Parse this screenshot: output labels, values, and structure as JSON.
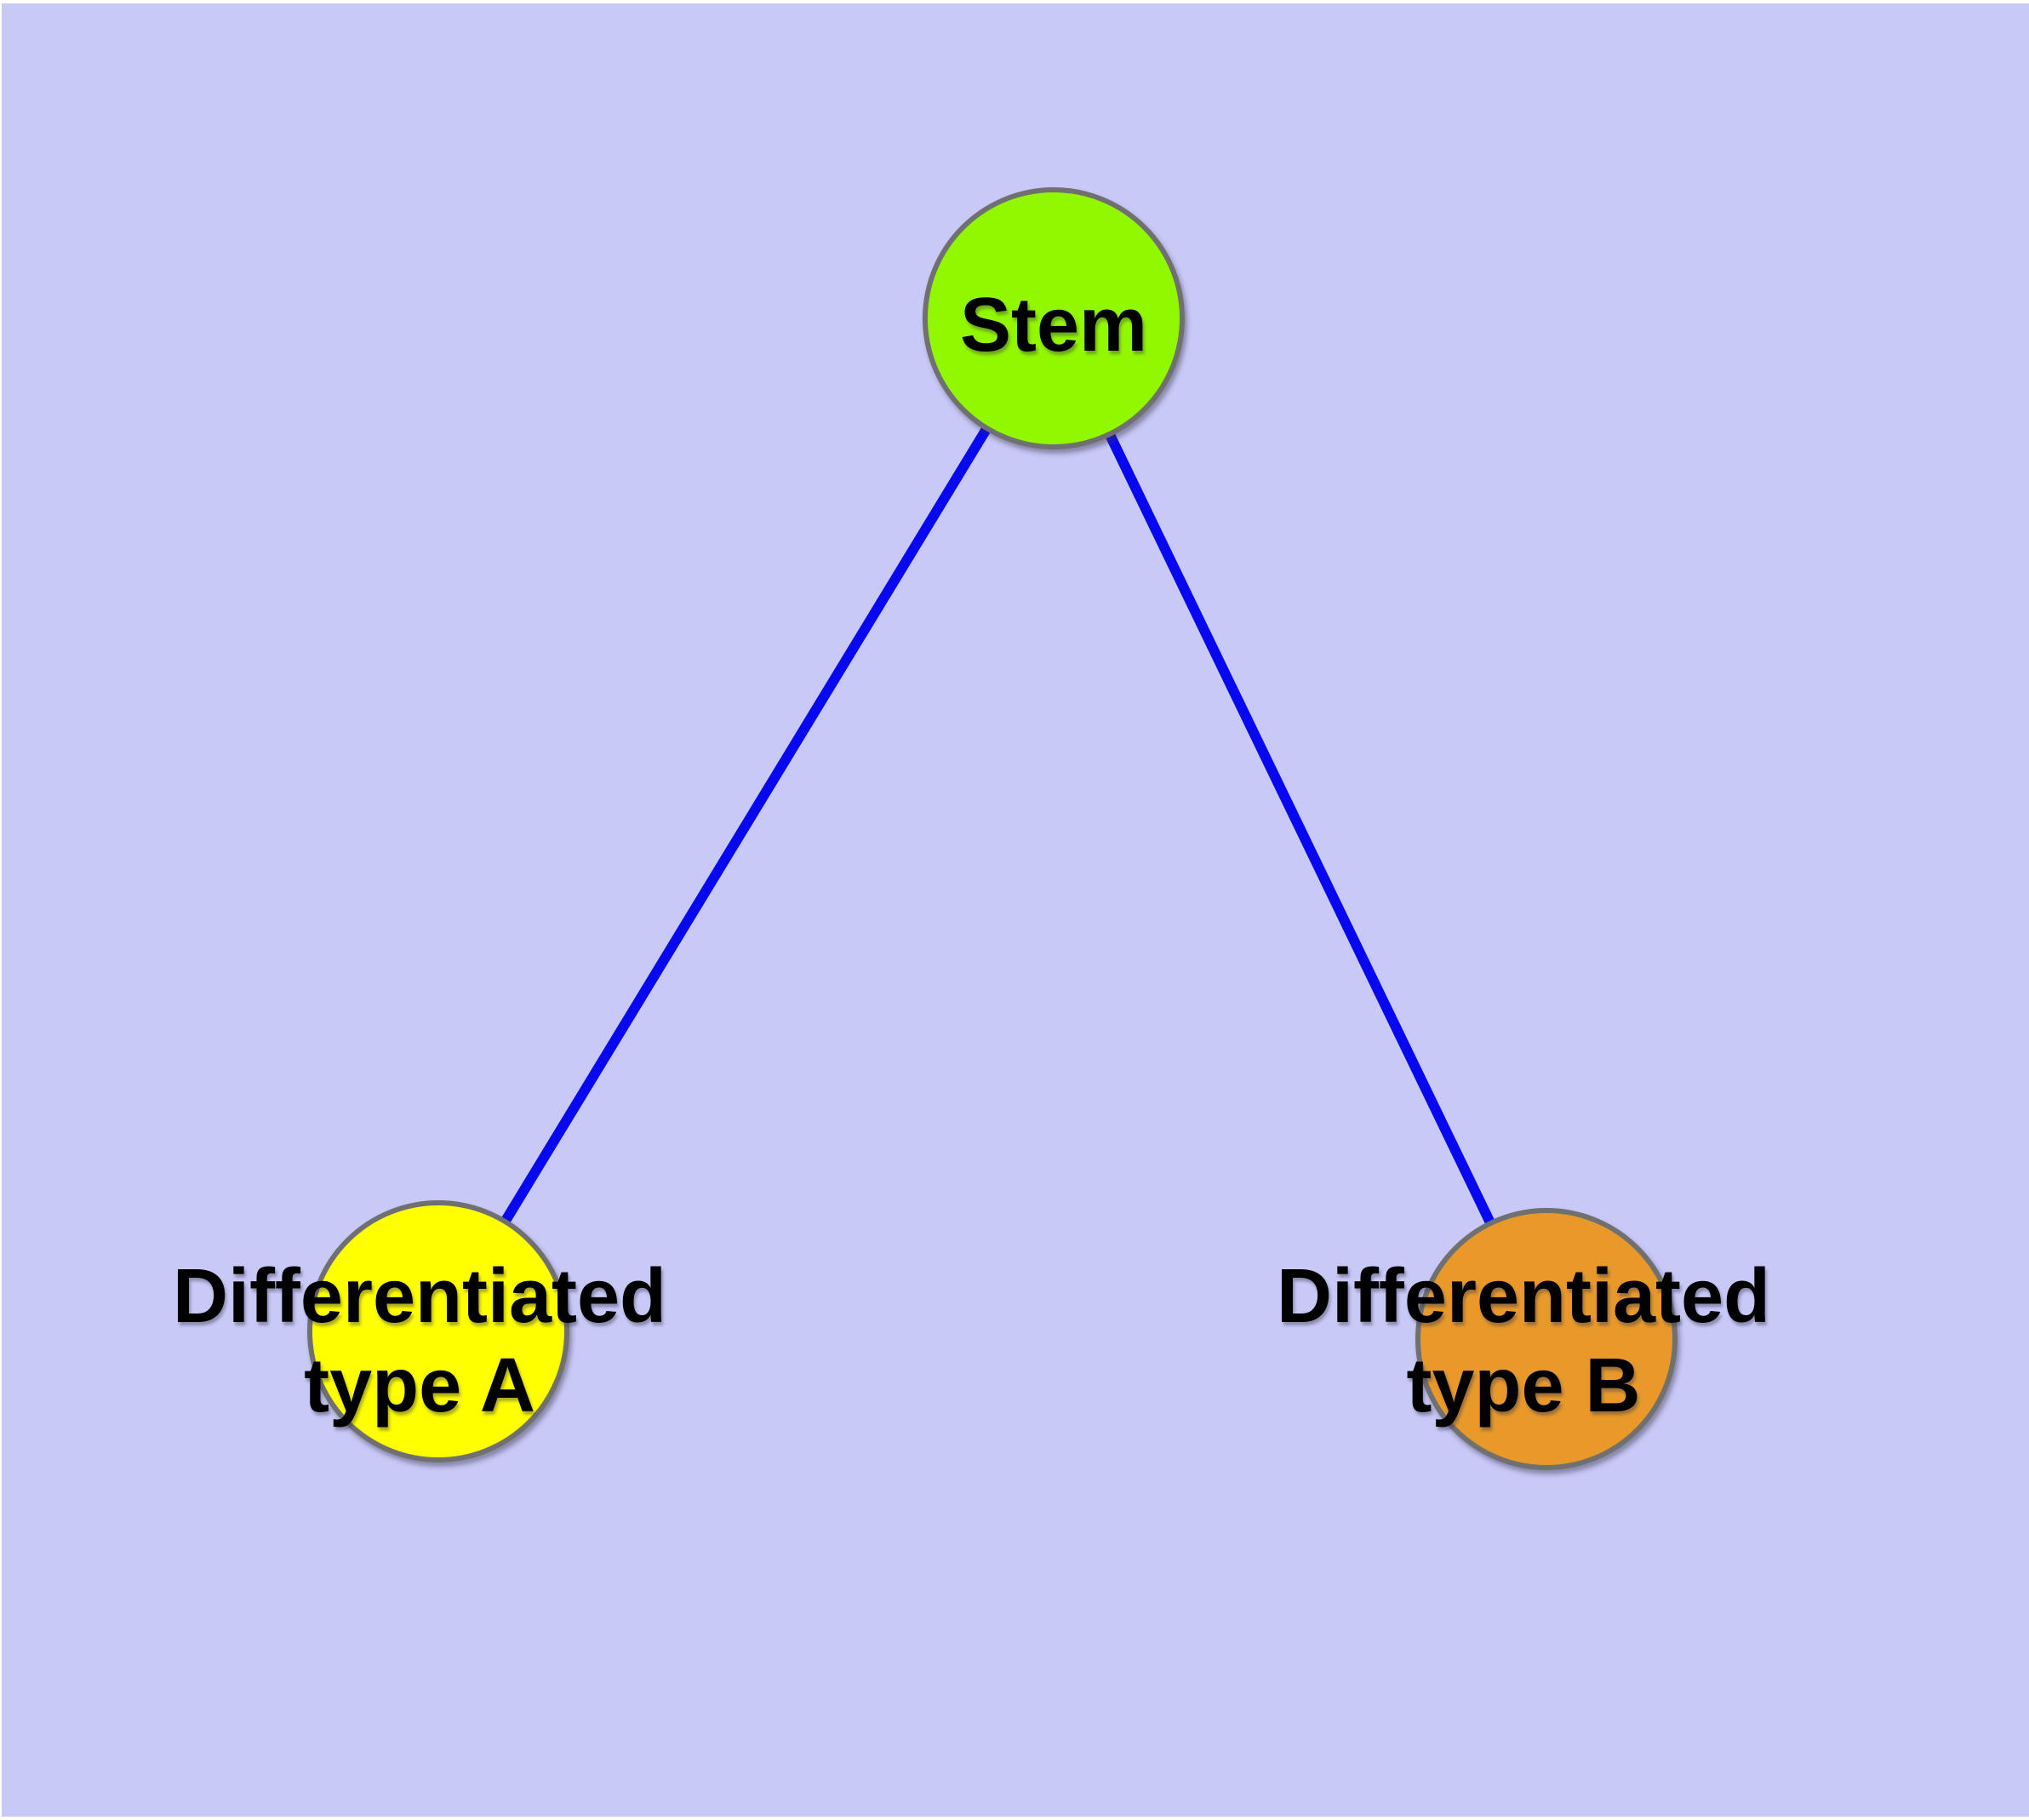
{
  "canvas": {
    "background_color": "#C9C9F7",
    "frame_color": "#FFFFFF"
  },
  "graph": {
    "edge_color": "#0808F0",
    "node_border_color": "#6F6F6F",
    "label_color": "#000000",
    "nodes": [
      {
        "id": "stem",
        "label": "Stem",
        "fill": "#92F800"
      },
      {
        "id": "differentiated-type-a",
        "label": "Differentiated type A",
        "line1": "Differentiated",
        "line2": "type A",
        "fill": "#FFFF00"
      },
      {
        "id": "differentiated-type-b",
        "label": "Differentiated type B",
        "line1": "Differentiated",
        "line2": "type B",
        "fill": "#E8992A"
      }
    ],
    "edges": [
      {
        "from": "Stem",
        "to": "Differentiated type A"
      },
      {
        "from": "Stem",
        "to": "Differentiated type B"
      }
    ]
  }
}
